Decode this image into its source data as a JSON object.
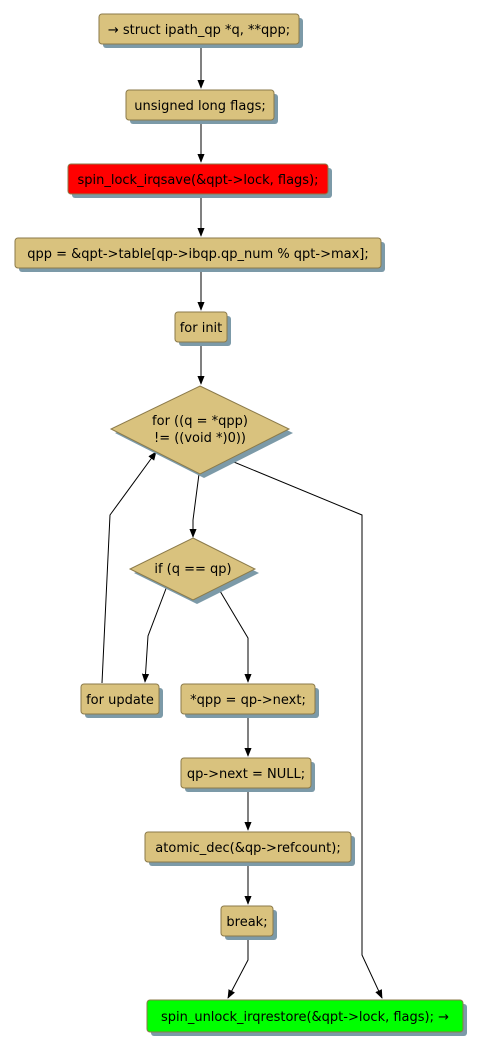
{
  "colors": {
    "box_fill": "#d9c27e",
    "box_stroke": "#8b7a4a",
    "shadow": "#7c9aa8",
    "lock_fill": "#ff0000",
    "unlock_fill": "#00ff00"
  },
  "nodes": {
    "entry": "→ struct ipath_qp *q, **qpp;",
    "flags_decl": "unsigned long flags;",
    "lock": "spin_lock_irqsave(&qpt->lock, flags);",
    "table_assign": "qpp = &qpt->table[qp->ibqp.qp_num % qpt->max];",
    "for_init": "for init",
    "for_cond_line1": "for ((q = *qpp)",
    "for_cond_line2": "!= ((void *)0))",
    "if_cond": "if (q == qp)",
    "for_update": "for update",
    "qpp_next": "*qpp = qp->next;",
    "next_null": "qp->next = NULL;",
    "atomic_dec": "atomic_dec(&qp->refcount);",
    "break": "break;",
    "unlock": "spin_unlock_irqrestore(&qpt->lock, flags); →"
  }
}
